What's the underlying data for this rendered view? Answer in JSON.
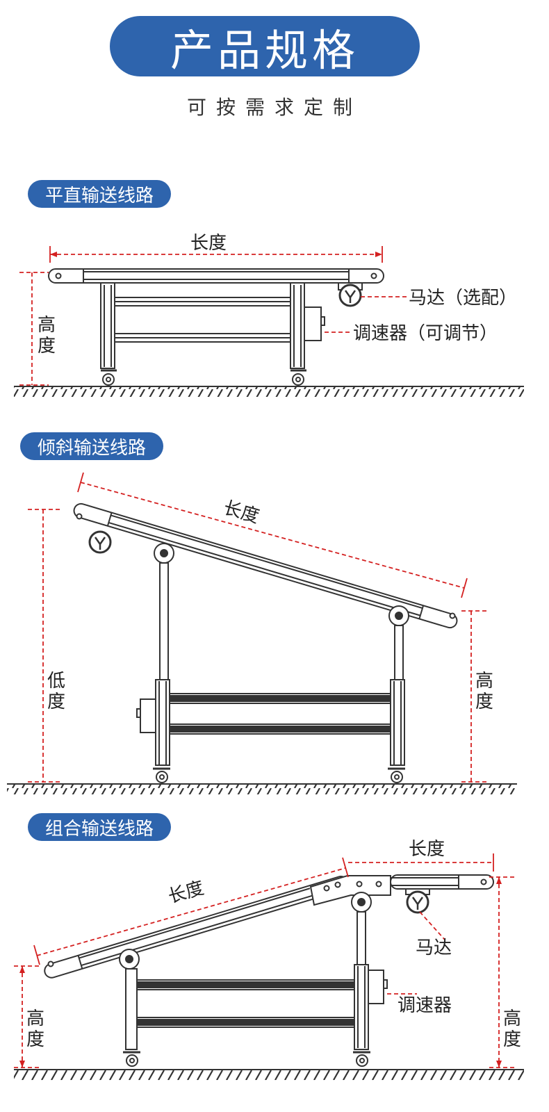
{
  "header": {
    "title": "产品规格",
    "subtitle": "可按需求定制"
  },
  "colors": {
    "accent": "#2e64ad",
    "dimension_line": "#d42020",
    "line": "#333333"
  },
  "sections": [
    {
      "title": "平直输送线路",
      "labels": {
        "length": "长度",
        "height": "高度",
        "motor": "马达（选配）",
        "controller": "调速器（可调节）"
      }
    },
    {
      "title": "倾斜输送线路",
      "labels": {
        "length": "长度",
        "low": "低度",
        "height": "高度"
      }
    },
    {
      "title": "组合输送线路",
      "labels": {
        "length_incline": "长度",
        "length_flat": "长度",
        "motor": "马达",
        "controller": "调速器",
        "height_left": "高度",
        "height_right": "高度"
      }
    }
  ]
}
